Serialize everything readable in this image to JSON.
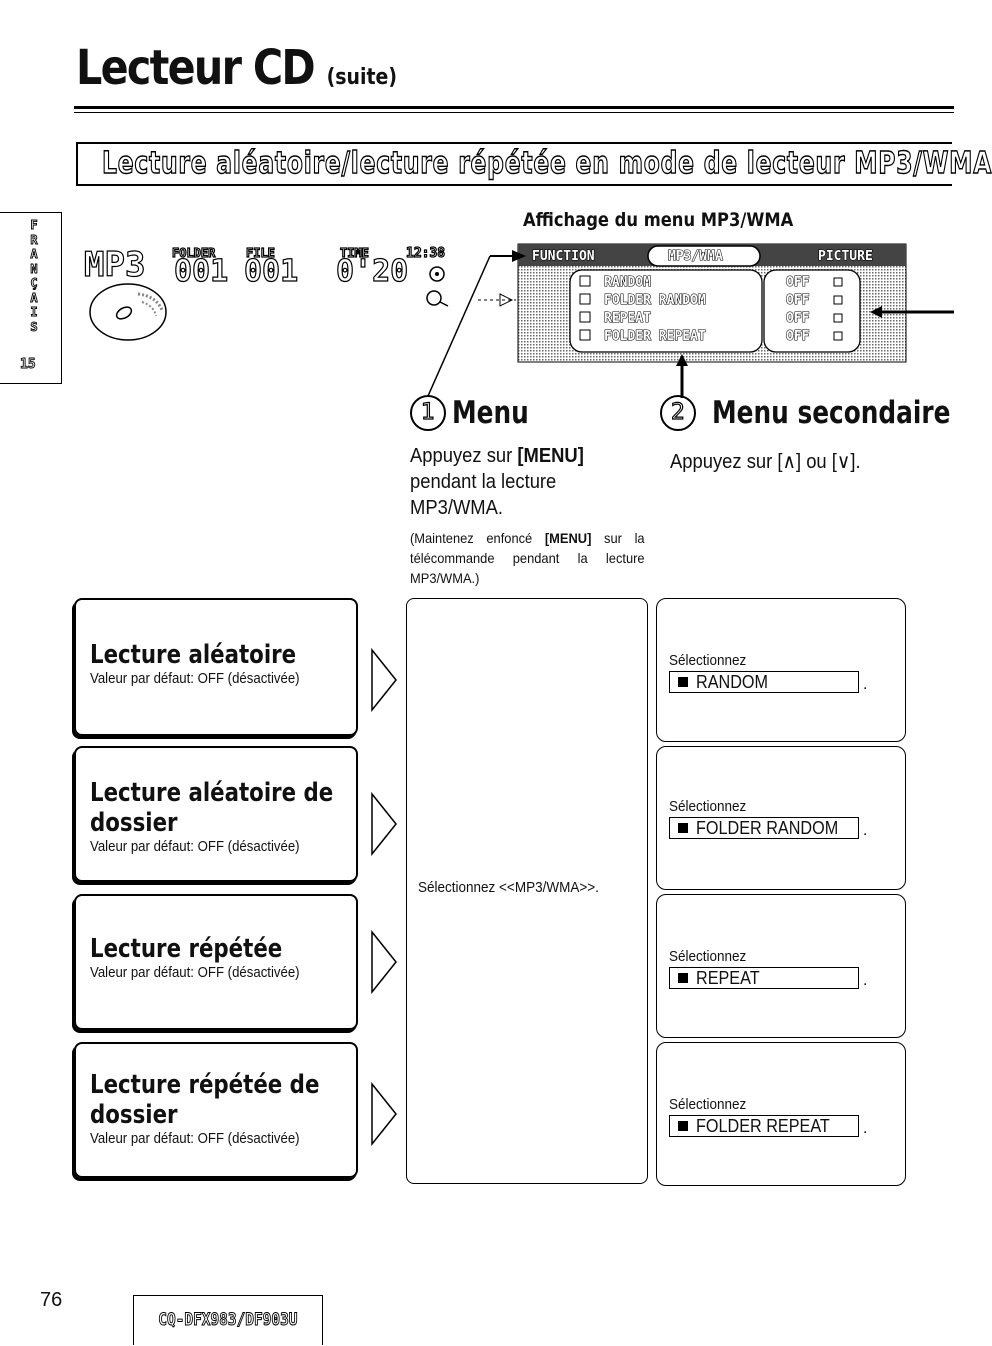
{
  "header": {
    "title": "Lecteur CD",
    "title_suffix": "(suite)"
  },
  "section": {
    "banner": "Lecture aléatoire/lecture répétée en mode de lecteur MP3/WMA"
  },
  "language_tab": {
    "letters": [
      "F",
      "R",
      "A",
      "N",
      "Ç",
      "A",
      "I",
      "S"
    ],
    "page": "15"
  },
  "display": {
    "mode": "MP3",
    "folder_label": "FOLDER",
    "file_label": "FILE",
    "folder_value": "001",
    "file_value": "001",
    "time_label": "TIME",
    "time_value": "0'20",
    "clock": "12:38"
  },
  "menu_screen": {
    "heading": "Affichage du menu MP3/WMA",
    "tabs": [
      "FUNCTION",
      "MP3/WMA",
      "PICTURE"
    ],
    "items": [
      "RANDOM",
      "FOLDER RANDOM",
      "REPEAT",
      "FOLDER REPEAT"
    ],
    "values": [
      "OFF",
      "OFF",
      "OFF",
      "OFF"
    ]
  },
  "steps": {
    "step1": {
      "number": "1",
      "title": "Menu",
      "instruction_pre": "Appuyez sur ",
      "instruction_key": "[MENU]",
      "instruction_post": " pendant la lecture MP3/WMA.",
      "note_pre": "(Maintenez enfoncé ",
      "note_key": "[MENU]",
      "note_post": " sur la télécommande pendant la lecture MP3/WMA.)"
    },
    "step2": {
      "number": "2",
      "title": "Menu secondaire",
      "instruction": "Appuyez sur [∧] ou [∨]."
    }
  },
  "functions": [
    {
      "title": "Lecture aléatoire",
      "default": "Valeur par défaut: OFF (désactivée)"
    },
    {
      "title": "Lecture aléatoire de dossier",
      "default": "Valeur par défaut: OFF (désactivée)"
    },
    {
      "title": "Lecture répétée",
      "default": "Valeur par défaut: OFF (désactivée)"
    },
    {
      "title": "Lecture répétée de dossier",
      "default": "Valeur par défaut: OFF (désactivée)"
    }
  ],
  "middle": {
    "instruction": "Sélectionnez <<MP3/WMA>>."
  },
  "selections": [
    {
      "label": "Sélectionnez",
      "option": "RANDOM",
      "suffix": "."
    },
    {
      "label": "Sélectionnez",
      "option": "FOLDER RANDOM",
      "suffix": "."
    },
    {
      "label": "Sélectionnez",
      "option": "REPEAT",
      "suffix": "."
    },
    {
      "label": "Sélectionnez",
      "option": "FOLDER REPEAT",
      "suffix": "."
    }
  ],
  "footer": {
    "page_number": "76",
    "model": "CQ-DFX983/DF903U"
  }
}
